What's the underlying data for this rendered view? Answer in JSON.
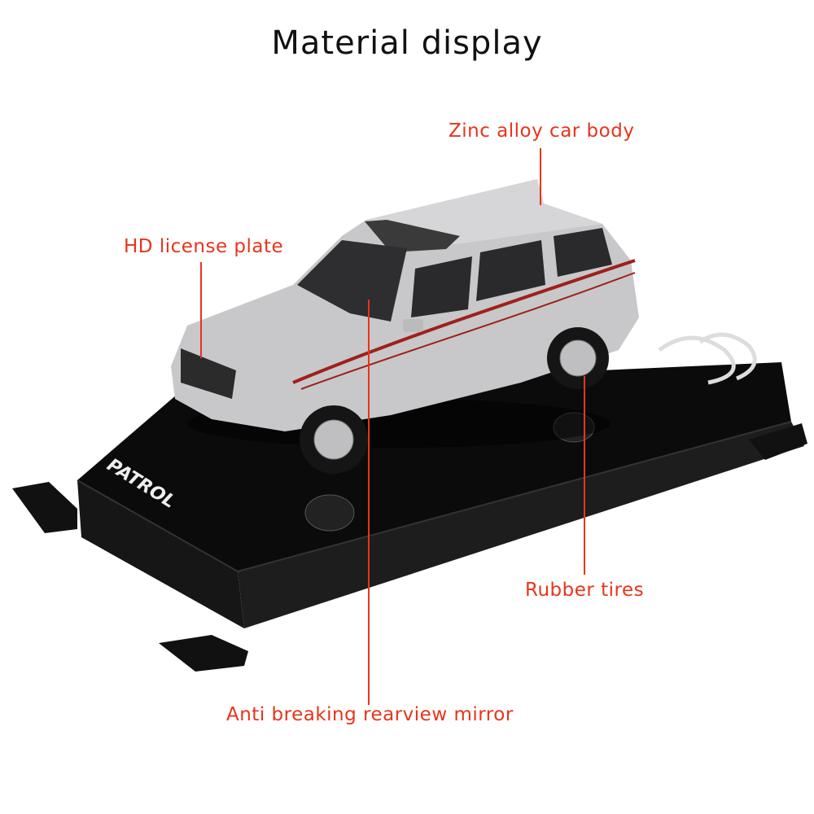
{
  "title": "Material display",
  "callouts": {
    "body": "Zinc alloy car body",
    "plate": "HD license plate",
    "tires": "Rubber tires",
    "mirror": "Anti breaking rearview mirror"
  },
  "product": {
    "base_text": "PATROL"
  },
  "colors": {
    "accent": "#e8341c",
    "body": "#c9c9cb",
    "base": "#0c0c0c"
  }
}
